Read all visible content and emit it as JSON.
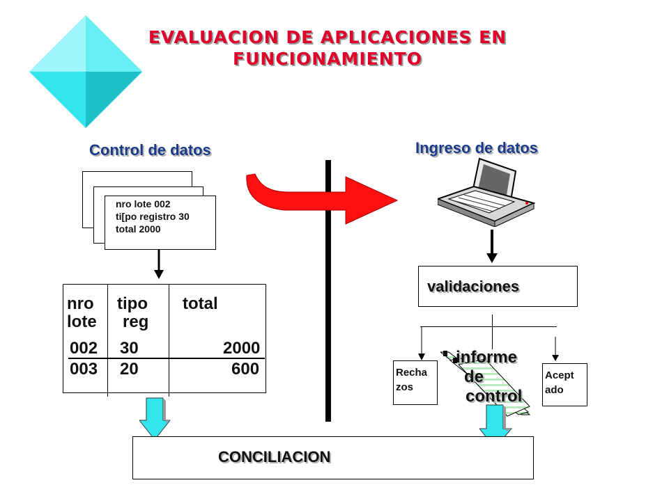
{
  "title": {
    "line1": "EVALUACION DE APLICACIONES EN",
    "line2": "FUNCIONAMIENTO"
  },
  "left": {
    "heading": "Control de datos",
    "card": [
      "nro lote 002",
      "ti[po registro 30",
      "total 2000"
    ],
    "table": {
      "headers": [
        [
          "nro",
          "lote"
        ],
        [
          "tipo",
          "reg"
        ],
        [
          "total",
          ""
        ]
      ],
      "rows": [
        [
          "002",
          "30",
          "2000"
        ],
        [
          "003",
          "20",
          "600"
        ]
      ]
    }
  },
  "right": {
    "heading": "Ingreso de datos",
    "validation_label": "validaciones",
    "rejected": [
      "Recha",
      "zos"
    ],
    "accepted": [
      "Acept",
      "ado"
    ],
    "report": [
      "informe",
      "de",
      "control"
    ]
  },
  "bottom": {
    "label": "CONCILIACION"
  },
  "colors": {
    "title": "#e0002a",
    "diamond": "#33e6ee",
    "big_arrow": "#ff1010",
    "down_arrow": "#33e6ee"
  }
}
